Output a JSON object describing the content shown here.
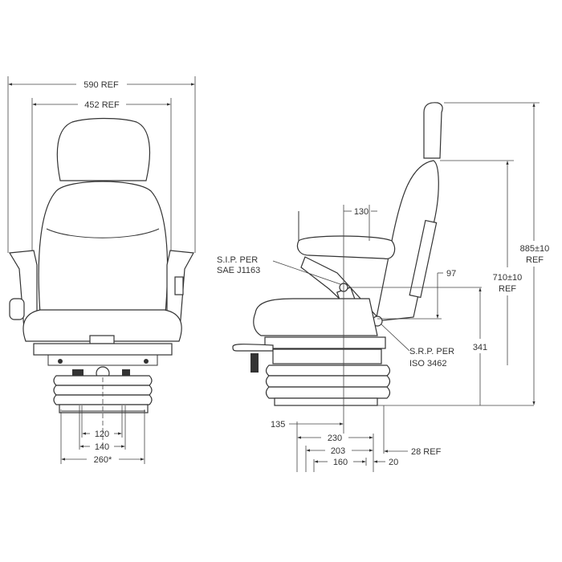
{
  "drawing": {
    "front_view": {
      "overall_width": "590 REF",
      "inner_width": "452 REF",
      "base_dims": [
        "120",
        "140",
        "260*"
      ]
    },
    "side_view": {
      "backrest_offset": "130",
      "sip_label": [
        "S.I.P. PER",
        "SAE J1163"
      ],
      "srp_label": [
        "S.R.P. PER",
        "ISO 3462"
      ],
      "sip_height": "97",
      "srp_height": "341",
      "backrest_height": [
        "710±10",
        "REF"
      ],
      "overall_height": [
        "885±10",
        "REF"
      ],
      "bottom_dims": {
        "d135": "135",
        "d230": "230",
        "d203": "203",
        "d160": "160",
        "d20": "20",
        "d28": "28 REF"
      }
    }
  }
}
